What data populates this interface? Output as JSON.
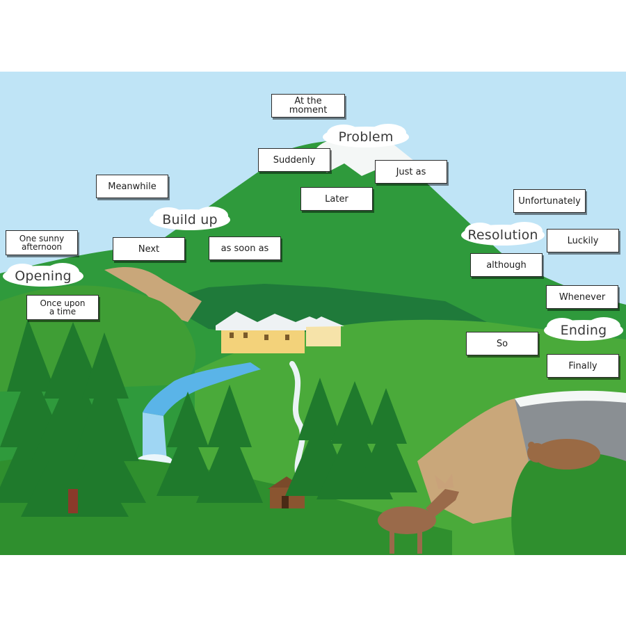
{
  "headings": {
    "opening": "Opening",
    "build_up": "Build up",
    "problem": "Problem",
    "resolution": "Resolution",
    "ending": "Ending"
  },
  "words": {
    "one_sunny_afternoon": "One sunny\nafternoon",
    "once_upon_a_time": "Once upon\na time",
    "meanwhile": "Meanwhile",
    "next": "Next",
    "as_soon_as": "as soon as",
    "at_the_moment": "At the moment",
    "suddenly": "Suddenly",
    "just_as": "Just as",
    "later": "Later",
    "unfortunately": "Unfortunately",
    "luckily": "Luckily",
    "although": "although",
    "whenever": "Whenever",
    "so": "So",
    "finally": "Finally"
  },
  "colors": {
    "sky": "#bfe4f6",
    "mountain": "#2f9a3c",
    "hill": "#4aaa3a",
    "tree": "#1f7a2c",
    "water": "#5ab4e8",
    "rock": "#c9a77a"
  }
}
